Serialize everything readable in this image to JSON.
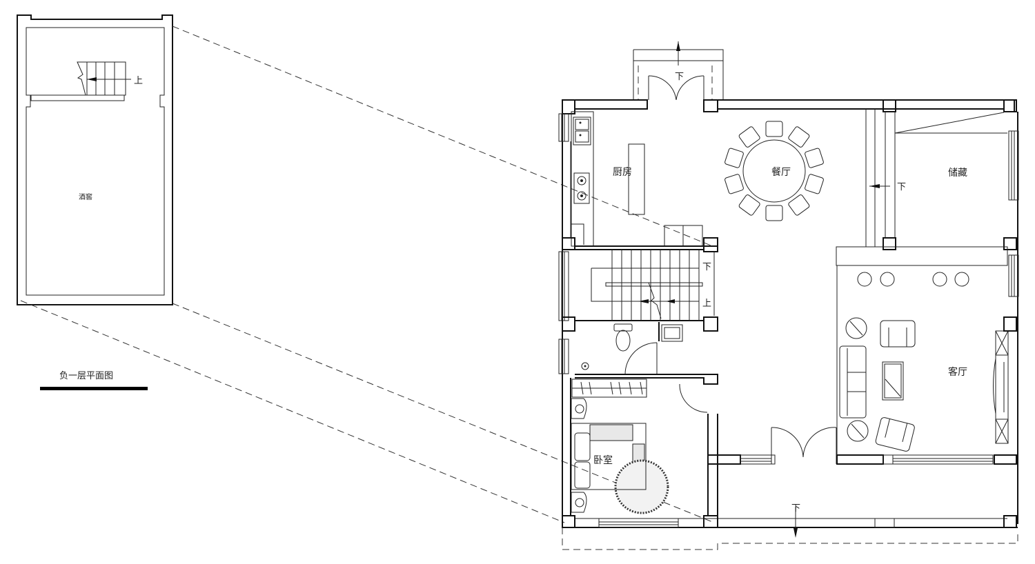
{
  "drawing": {
    "type": "architectural floor plan",
    "colors": {
      "line": "#111111",
      "background": "#ffffff"
    }
  },
  "basement_plan": {
    "title": "负一层平面图",
    "rooms": [
      {
        "id": "wine-cellar",
        "label": "酒窖"
      }
    ],
    "stair_label": "上"
  },
  "ground_floor": {
    "rooms": [
      {
        "id": "kitchen",
        "label": "厨房"
      },
      {
        "id": "dining",
        "label": "餐厅"
      },
      {
        "id": "storage",
        "label": "储藏"
      },
      {
        "id": "living",
        "label": "客厅"
      },
      {
        "id": "bedroom",
        "label": "卧室"
      }
    ],
    "markers": {
      "entry_top_down": "下",
      "storage_down": "下",
      "stair_down": "下",
      "stair_up": "上",
      "porch_down": "下"
    },
    "dining_chairs": 10,
    "bar_stools": 4
  }
}
